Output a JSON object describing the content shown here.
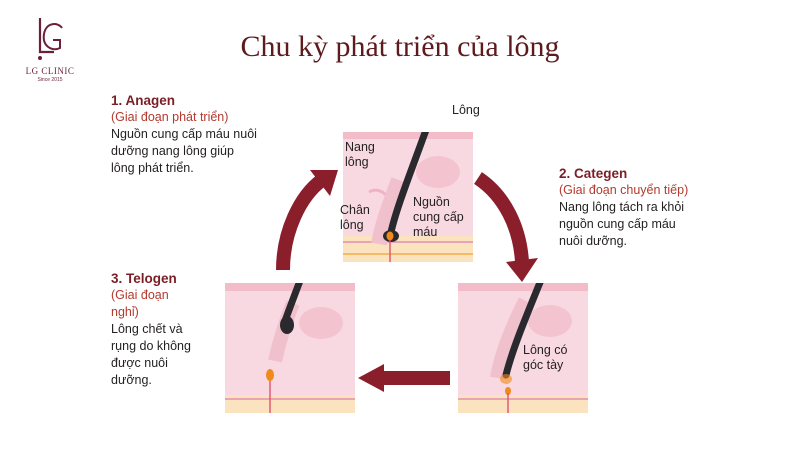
{
  "logo": {
    "monogram": "LG",
    "brand": "LG CLINIC",
    "since": "Since 2015"
  },
  "title": "Chu kỳ phát triển của lông",
  "stages": {
    "anagen": {
      "title": "1. Anagen",
      "subtitle": "(Giai đoạn phát triển)",
      "desc_lines": [
        "Nguồn cung cấp máu nuôi",
        "dưỡng nang lông giúp",
        "lông phát triển."
      ]
    },
    "categen": {
      "title": "2. Categen",
      "subtitle": "(Giai đoạn chuyển tiếp)",
      "desc_lines": [
        "Nang lông tách ra khỏi",
        "nguồn cung cấp máu",
        "nuôi dưỡng."
      ]
    },
    "telogen": {
      "title": "3. Telogen",
      "subtitle_lines": [
        "(Giai đoạn",
        "nghỉ)"
      ],
      "desc_lines": [
        "Lông chết và",
        "rụng do không",
        "được nuôi",
        "dưỡng."
      ]
    }
  },
  "labels": {
    "long": "Lông",
    "nang_long": [
      "Nang",
      "lông"
    ],
    "chan_long": [
      "Chân",
      "lông"
    ],
    "nguon": [
      "Nguồn",
      "cung cấp",
      "máu"
    ],
    "goc_tay": [
      "Lông có",
      "góc tày"
    ]
  },
  "colors": {
    "arrow": "#8b1e2b",
    "skin": "#f8d9e2",
    "skin_band": "#f3bcc9",
    "fat": "#fbe3c0",
    "hair": "#2a2a2e",
    "blood": "#f08a1a",
    "title": "#5e1b1e"
  }
}
